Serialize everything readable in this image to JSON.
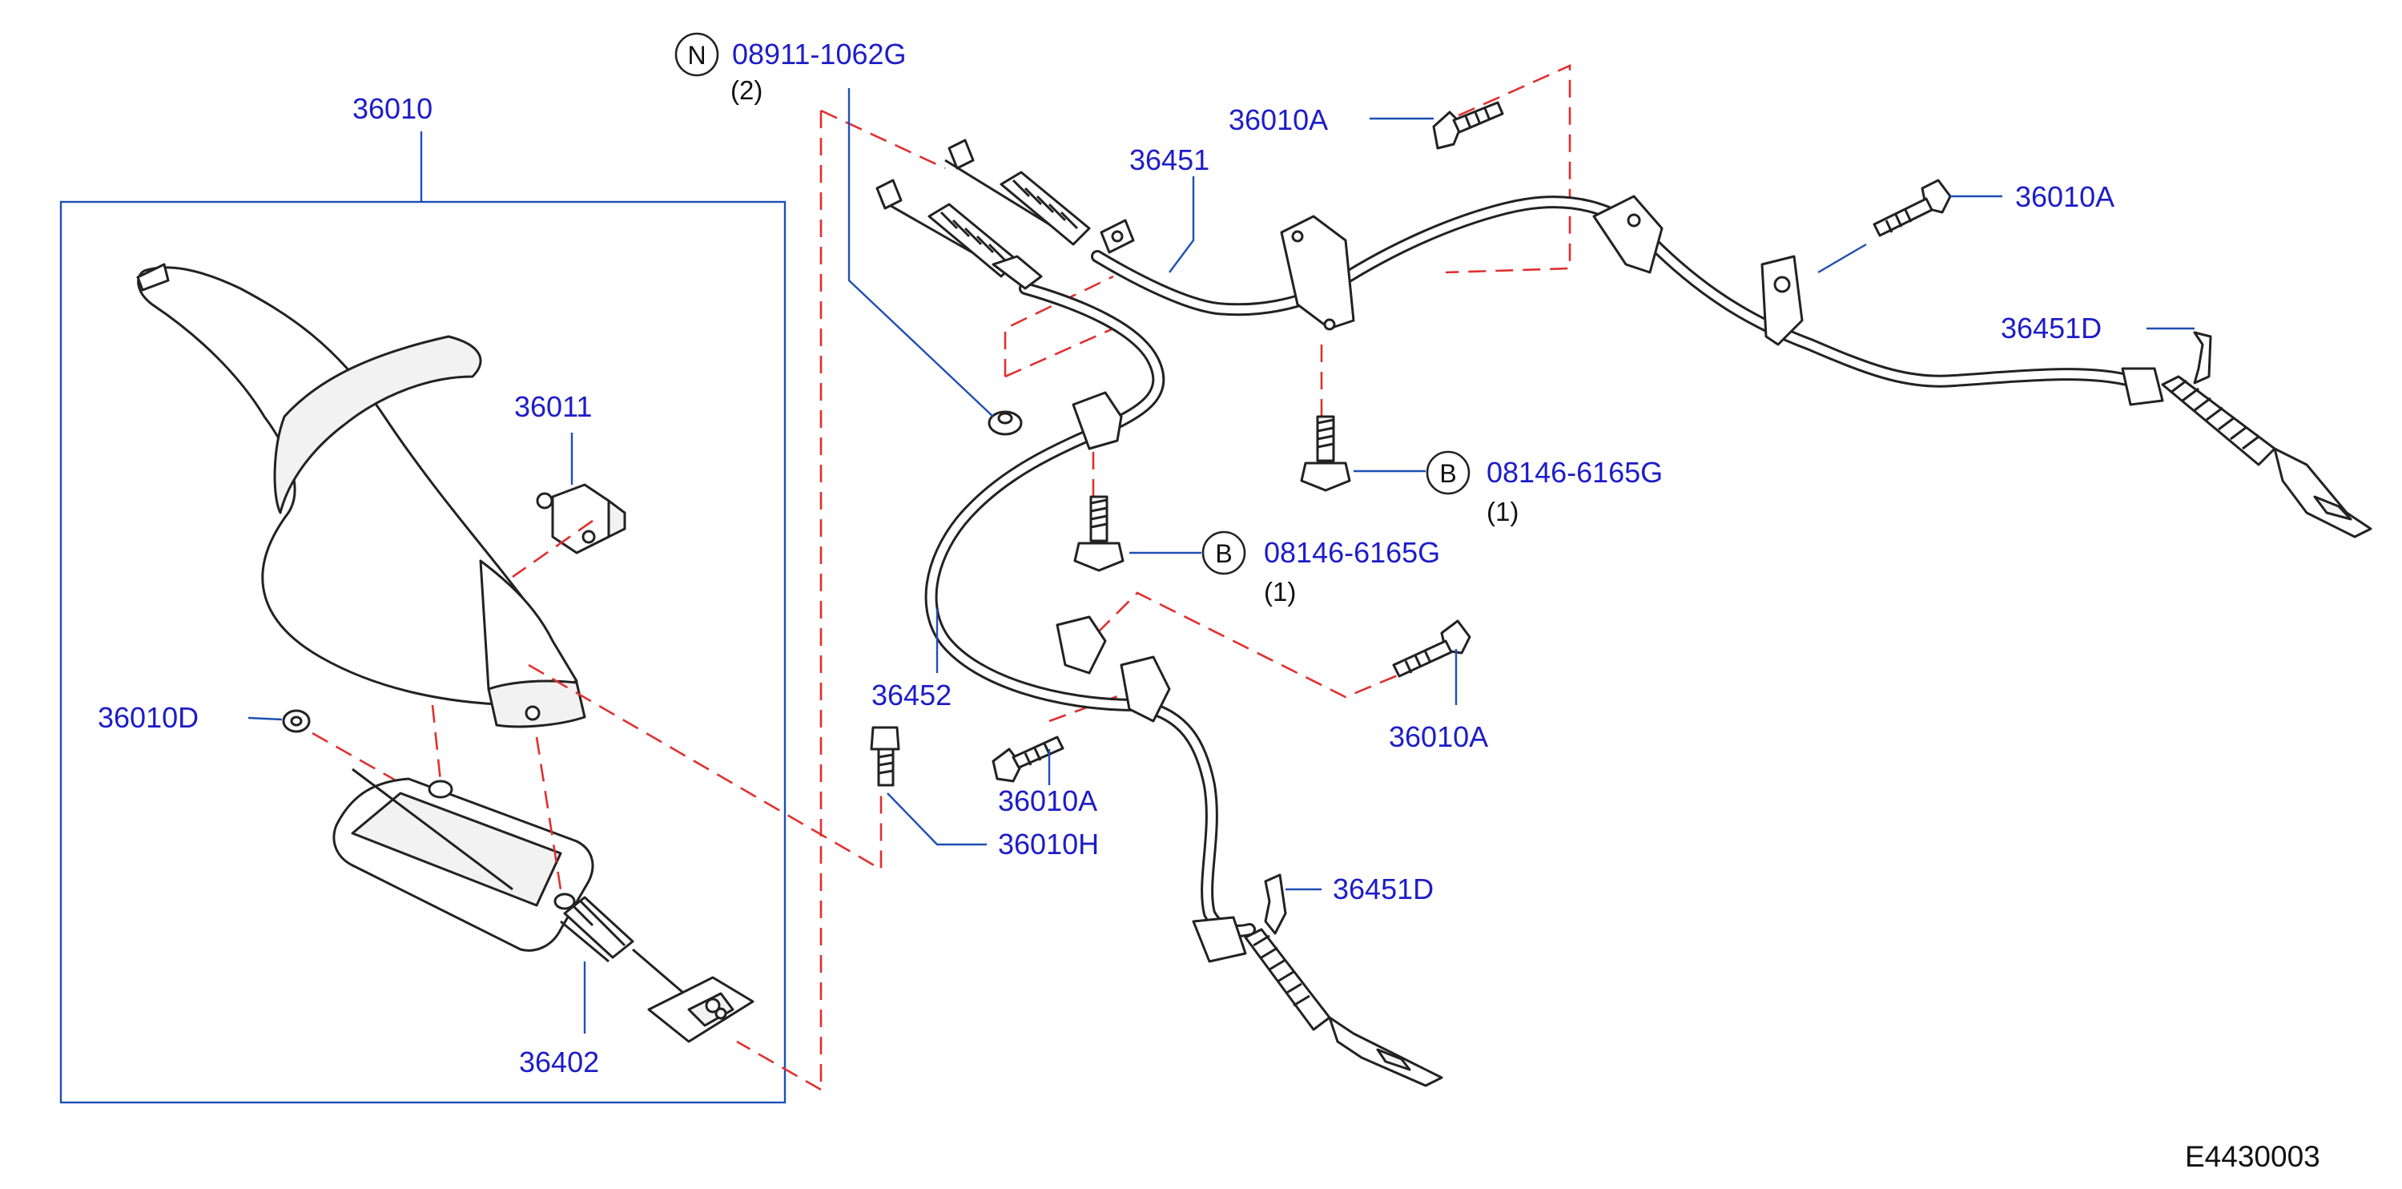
{
  "diagram_code": "E4430003",
  "parts": {
    "p36010": "36010",
    "p36011": "36011",
    "p36010D": "36010D",
    "p36402": "36402",
    "p36452": "36452",
    "p36451": "36451",
    "p36010A_top": "36010A",
    "p36010A_right": "36010A",
    "p36010A_mid": "36010A",
    "p36010A_low": "36010A",
    "p36010H": "36010H",
    "p36451D_right": "36451D",
    "p36451D_low": "36451D"
  },
  "fasteners": {
    "nut": {
      "badge": "N",
      "part_no": "08911-1062G",
      "qty": "(2)"
    },
    "bolt_upper": {
      "badge": "B",
      "part_no": "08146-6165G",
      "qty": "(1)"
    },
    "bolt_lower": {
      "badge": "B",
      "part_no": "08146-6165G",
      "qty": "(1)"
    }
  },
  "colors": {
    "label": "#1d1dc8",
    "leader": "#1f4fb5",
    "phantom_line": "#e03030",
    "linework": "#222222"
  }
}
